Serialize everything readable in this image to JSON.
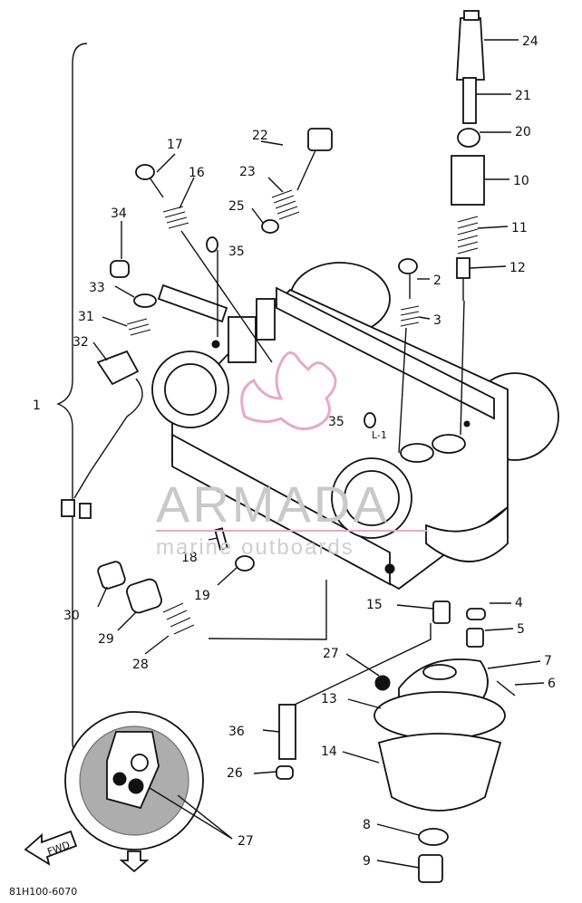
{
  "diagram": {
    "catalog_code": "81H100-6070",
    "group_label": "1",
    "fwd_label": "FWD",
    "l_label": "L-1",
    "part_numbers": [
      "2",
      "3",
      "4",
      "5",
      "6",
      "7",
      "8",
      "9",
      "10",
      "11",
      "12",
      "13",
      "14",
      "15",
      "16",
      "17",
      "18",
      "19",
      "20",
      "21",
      "22",
      "23",
      "24",
      "25",
      "26",
      "27",
      "27",
      "28",
      "29",
      "30",
      "31",
      "32",
      "33",
      "34",
      "35",
      "35",
      "36"
    ]
  },
  "watermark": {
    "title": "ARMADA",
    "subtitle": "marine outboards",
    "color": "#e8a9c8"
  }
}
